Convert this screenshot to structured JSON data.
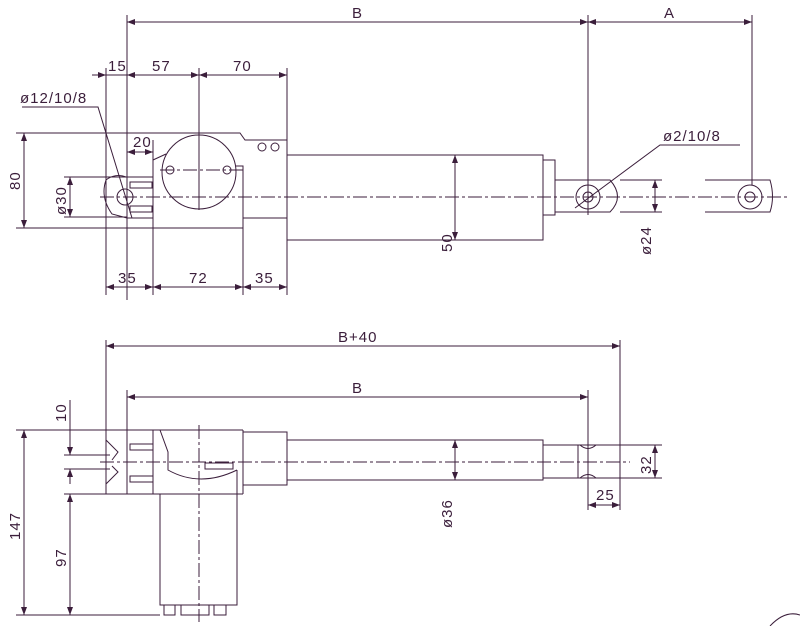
{
  "title": "Linear actuator dimension drawing",
  "top_view": {
    "dim_B": "B",
    "dim_A": "A",
    "dim_15": "15",
    "dim_57": "57",
    "dim_70": "70",
    "dim_clevis_hole": "ø12/10/8",
    "dim_20": "20",
    "dim_80": "80",
    "dim_30": "ø30",
    "dim_35_left": "35",
    "dim_72": "72",
    "dim_35_right": "35",
    "dim_50": "50",
    "dim_rod_hole": "ø2/10/8",
    "dim_24": "ø24"
  },
  "side_view": {
    "dim_B40": "B+40",
    "dim_B": "B",
    "dim_10": "10",
    "dim_147": "147",
    "dim_97": "97",
    "dim_36": "ø36",
    "dim_32": "32",
    "dim_25": "25"
  }
}
